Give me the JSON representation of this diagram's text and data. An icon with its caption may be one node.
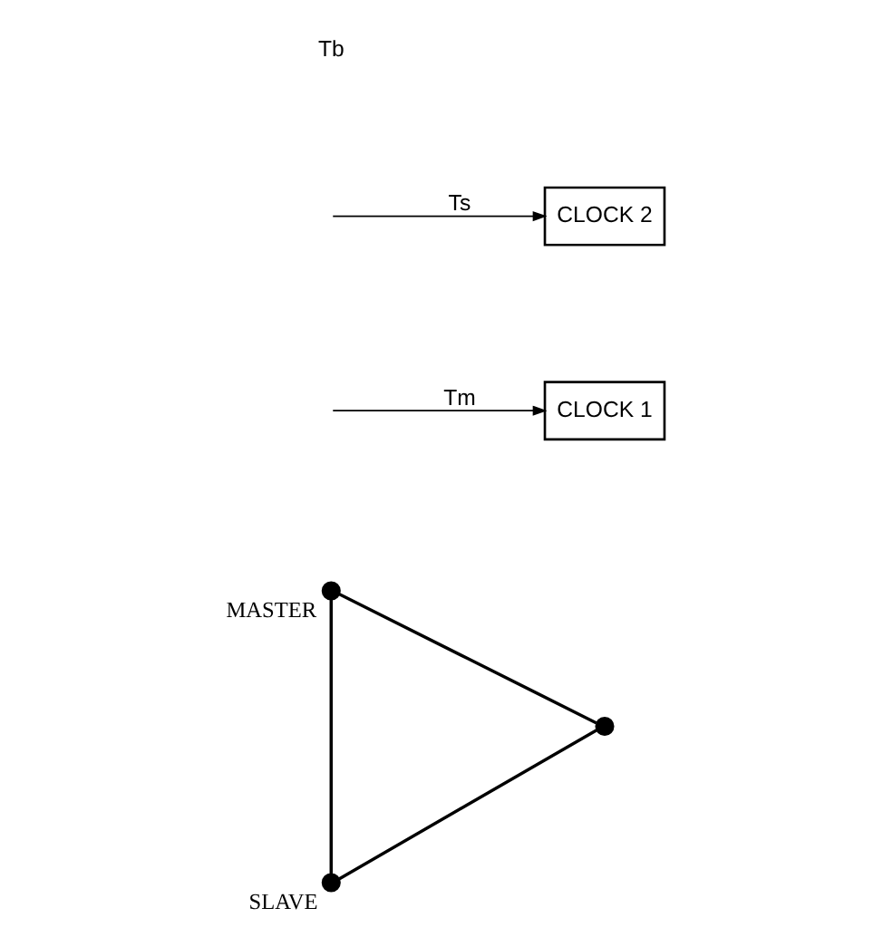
{
  "diagram": {
    "nodes": [
      {
        "text": [],
        "shape": "circle",
        "beside": [
          "MASTER"
        ]
      },
      {
        "text": [],
        "shape": "circle"
      },
      {
        "text": [],
        "shape": "circle",
        "beside": [
          "SLAVE"
        ]
      },
      {
        "text": [
          "CLOCK 1"
        ]
      },
      {
        "text": [
          "CLOCK 2"
        ]
      }
    ],
    "edges": [
      {
        "from": 0,
        "to": 2,
        "arrow": "none"
      },
      {
        "from": 0,
        "to": 1,
        "arrow": "none"
      },
      {
        "from": 2,
        "to": 1,
        "arrow": "none"
      },
      {
        "from": null,
        "to": 3,
        "arrow": "to",
        "label": "Tm"
      },
      {
        "from": null,
        "to": 4,
        "arrow": "to",
        "label": "Ts"
      }
    ],
    "labels": [
      "Tb"
    ]
  }
}
